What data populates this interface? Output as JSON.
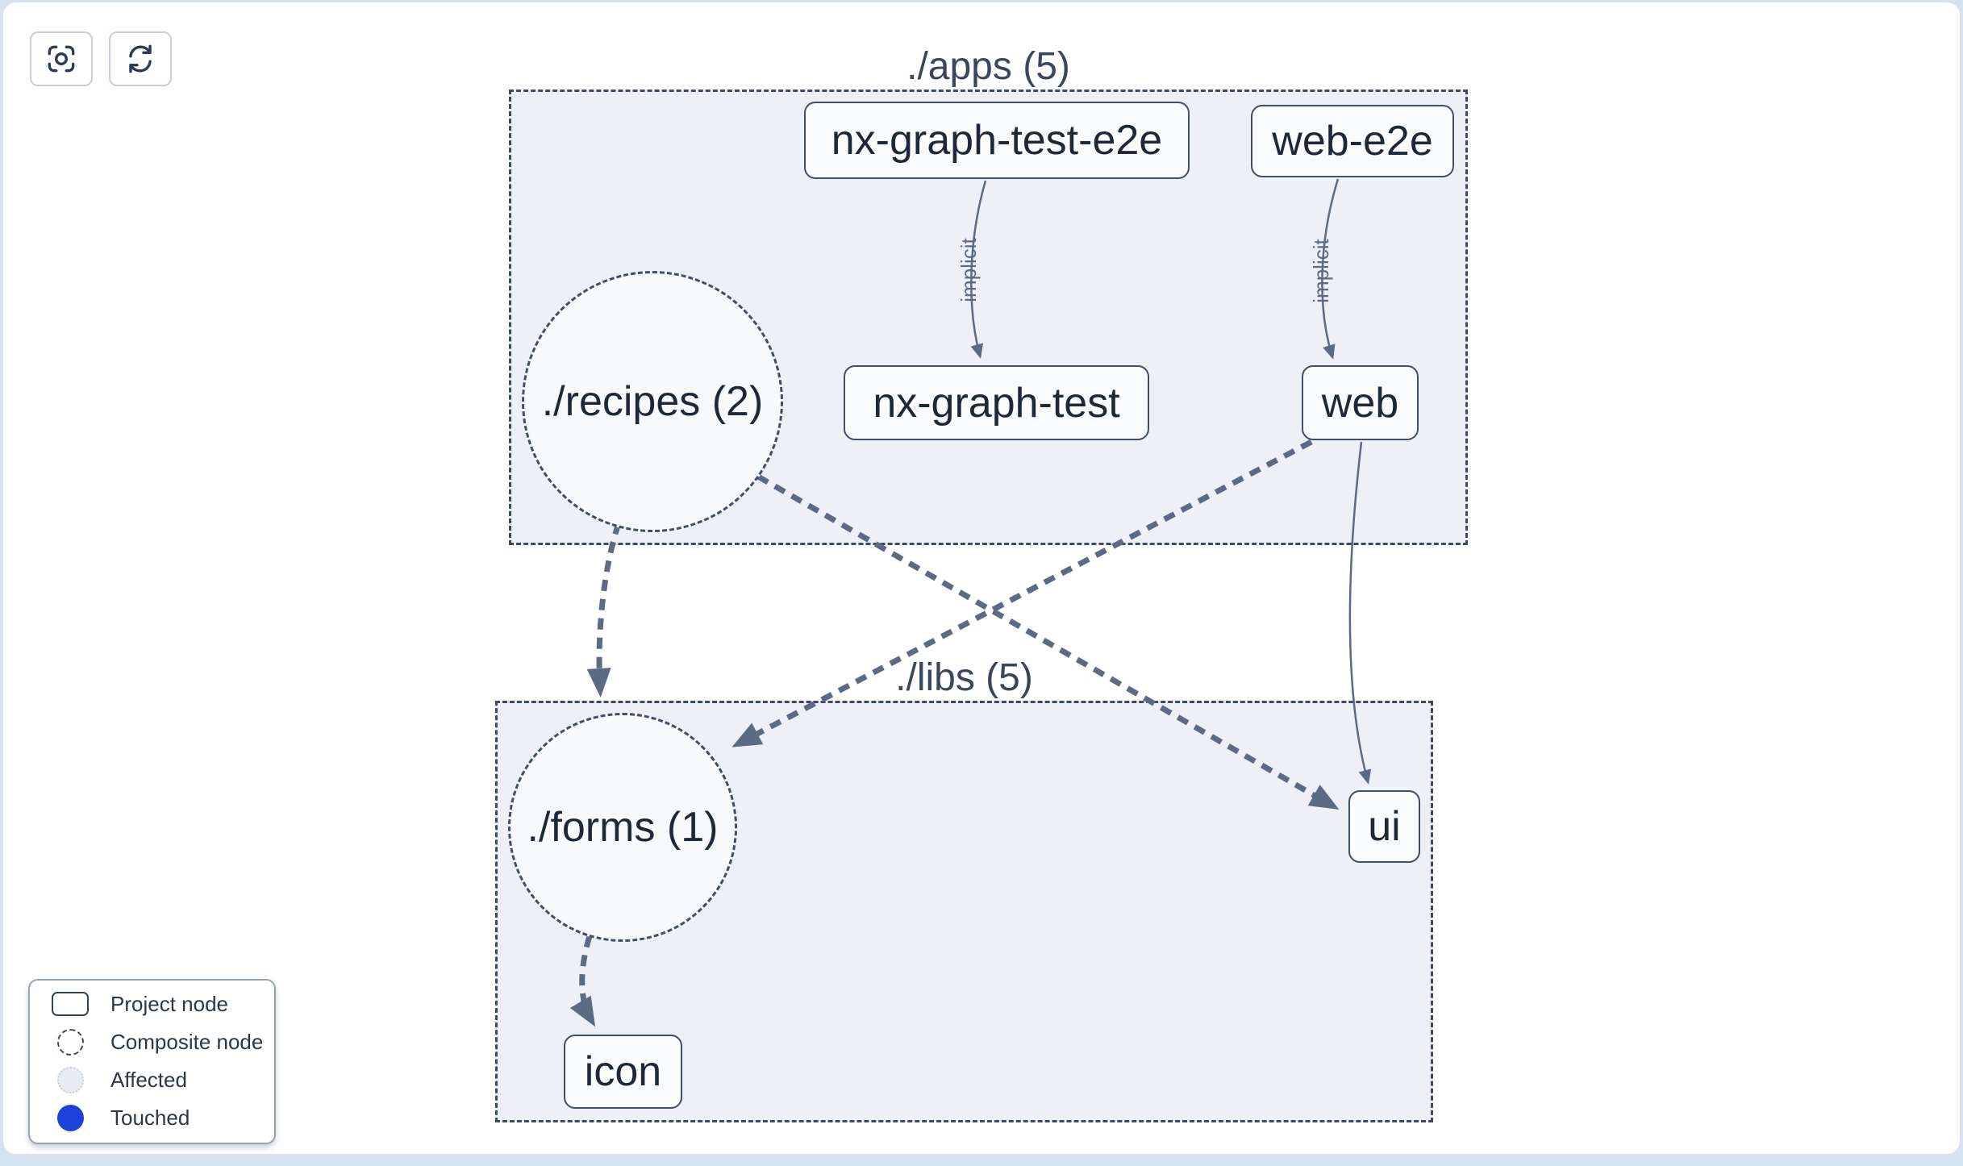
{
  "toolbar": {
    "buttons": [
      {
        "icon": "focus-center-icon"
      },
      {
        "icon": "refresh-icon"
      }
    ]
  },
  "groups": [
    {
      "label": "./apps (5)"
    },
    {
      "label": "./libs (5)"
    }
  ],
  "nodes": [
    {
      "label": "nx-graph-test-e2e",
      "kind": "project"
    },
    {
      "label": "web-e2e",
      "kind": "project"
    },
    {
      "label": "./recipes (2)",
      "kind": "composite"
    },
    {
      "label": "nx-graph-test",
      "kind": "project"
    },
    {
      "label": "web",
      "kind": "project"
    },
    {
      "label": "./forms (1)",
      "kind": "composite"
    },
    {
      "label": "ui",
      "kind": "project"
    },
    {
      "label": "icon",
      "kind": "project"
    }
  ],
  "edges": [
    {
      "from": "nx-graph-test-e2e",
      "to": "nx-graph-test",
      "label": "implicit",
      "style": "solid"
    },
    {
      "from": "web-e2e",
      "to": "web",
      "label": "implicit",
      "style": "solid"
    },
    {
      "from": "web",
      "to": "ui",
      "label": "",
      "style": "solid"
    },
    {
      "from": "./recipes (2)",
      "to": "./forms (1)",
      "label": "",
      "style": "dashed"
    },
    {
      "from": "./recipes (2)",
      "to": "ui",
      "label": "",
      "style": "dashed"
    },
    {
      "from": "web",
      "to": "./forms (1)",
      "label": "",
      "style": "dashed"
    },
    {
      "from": "./forms (1)",
      "to": "icon",
      "label": "",
      "style": "dashed"
    }
  ],
  "legend": [
    {
      "label": "Project node",
      "swatch": "project"
    },
    {
      "label": "Composite node",
      "swatch": "composite"
    },
    {
      "label": "Affected",
      "swatch": "affected"
    },
    {
      "label": "Touched",
      "swatch": "touched"
    }
  ],
  "colors": {
    "touched": "#1c42da",
    "affected_fill": "#e9edf3",
    "edge": "#5c6b83",
    "node_border": "#404e66",
    "group_fill": "#edf1f7"
  }
}
